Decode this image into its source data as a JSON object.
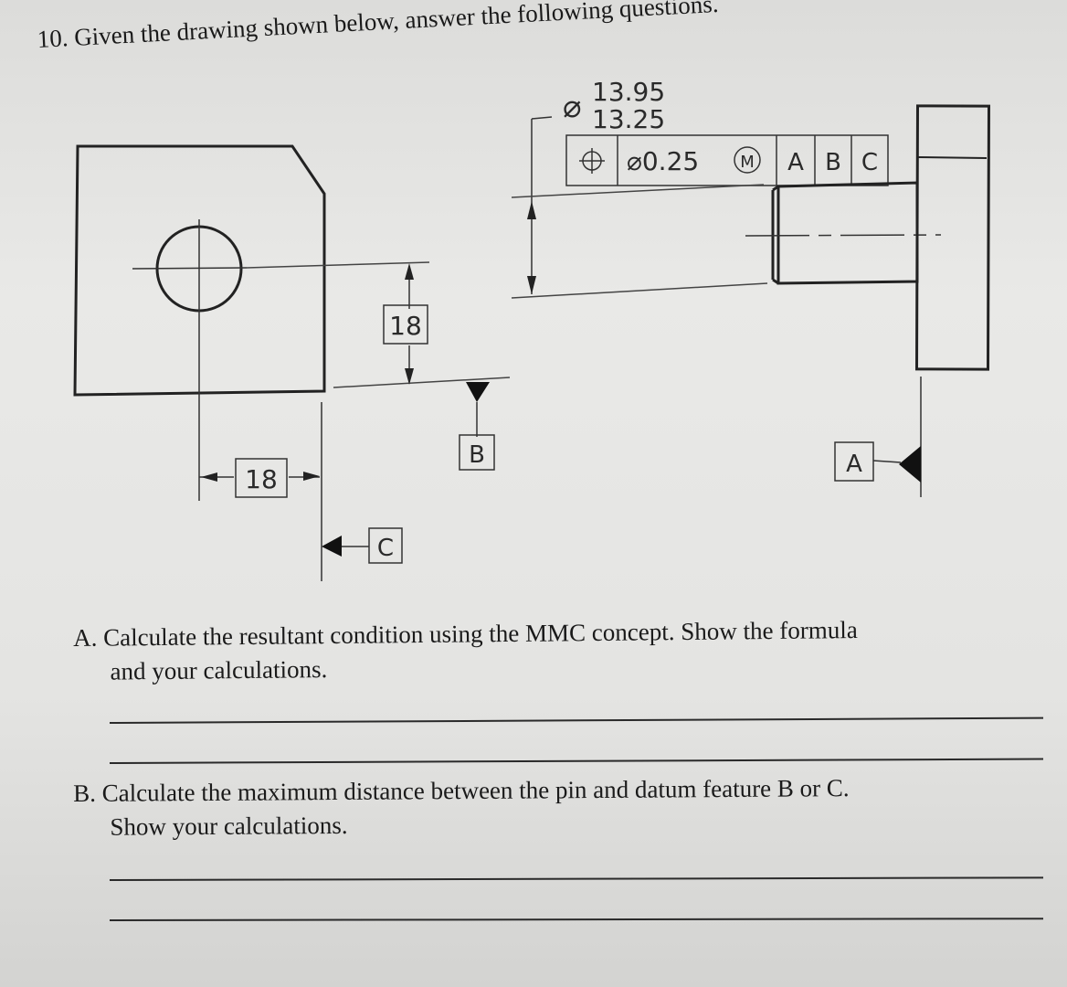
{
  "question": {
    "number": "10.",
    "text": "Given the drawing shown below, answer the following questions."
  },
  "drawing": {
    "size_upper": "13.95",
    "size_lower": "13.25",
    "diameter_symbol": "⌀",
    "position_symbol": "⌖",
    "tolerance": "⌀0.25",
    "modifier": "M",
    "datum_refs": [
      "A",
      "B",
      "C"
    ],
    "datum_a": "A",
    "datum_b": "B",
    "datum_c": "C",
    "dim_vertical": "18",
    "dim_horizontal": "18"
  },
  "parts": [
    {
      "label": "A.",
      "line1": "Calculate the resultant condition using the MMC concept. Show the formula",
      "line2": "and your calculations."
    },
    {
      "label": "B.",
      "line1": "Calculate the maximum distance between the pin and datum feature B or C.",
      "line2": "Show your calculations."
    }
  ]
}
